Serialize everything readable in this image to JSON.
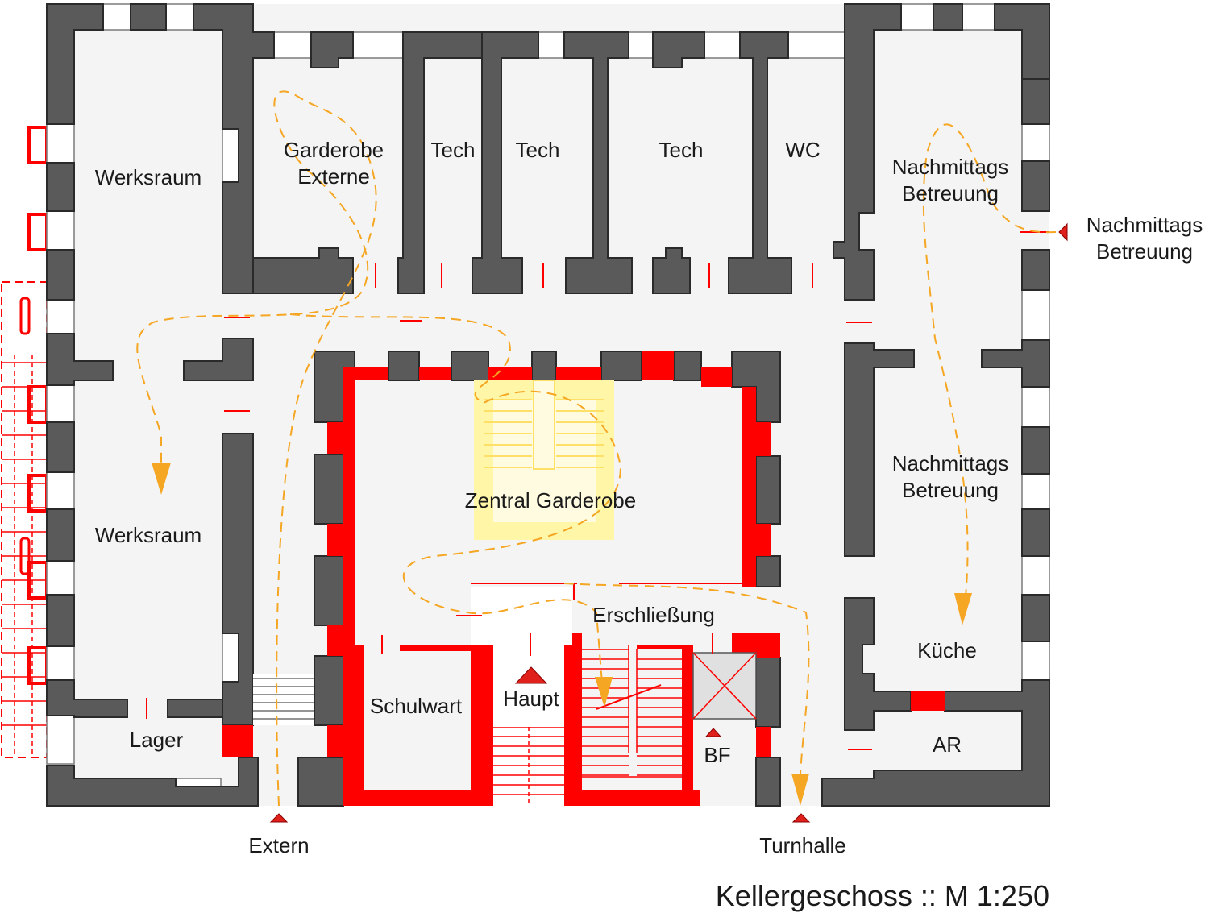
{
  "plan": {
    "title": "Kellergeschoss :: M 1:250",
    "colors": {
      "wall": "#5a5a5a",
      "fire_wall": "#ff0000",
      "floor": "#f4f4f4",
      "stair_highlight": "#fff6a8",
      "route": "#f5a623",
      "arrow": "#f5a623",
      "entry_marker": "#e0201a"
    },
    "rooms": {
      "werksraum_1": "Werksraum",
      "werksraum_2": "Werksraum",
      "lager": "Lager",
      "garderobe_externe_1": "Garderobe",
      "garderobe_externe_2": "Externe",
      "tech_1": "Tech",
      "tech_2": "Tech",
      "tech_3": "Tech",
      "wc": "WC",
      "nachmittags_1a": "Nachmittags",
      "nachmittags_1b": "Betreuung",
      "nachmittags_2a": "Nachmittags",
      "nachmittags_2b": "Betreuung",
      "zentral_garderobe": "Zentral Garderobe",
      "erschliessung": "Erschließung",
      "schulwart": "Schulwart",
      "haupt": "Haupt",
      "kueche": "Küche",
      "ar": "AR",
      "bf": "BF"
    },
    "entrances": {
      "extern": "Extern",
      "turnhalle": "Turnhalle",
      "nachmittags_a": "Nachmittags",
      "nachmittags_b": "Betreuung"
    }
  }
}
